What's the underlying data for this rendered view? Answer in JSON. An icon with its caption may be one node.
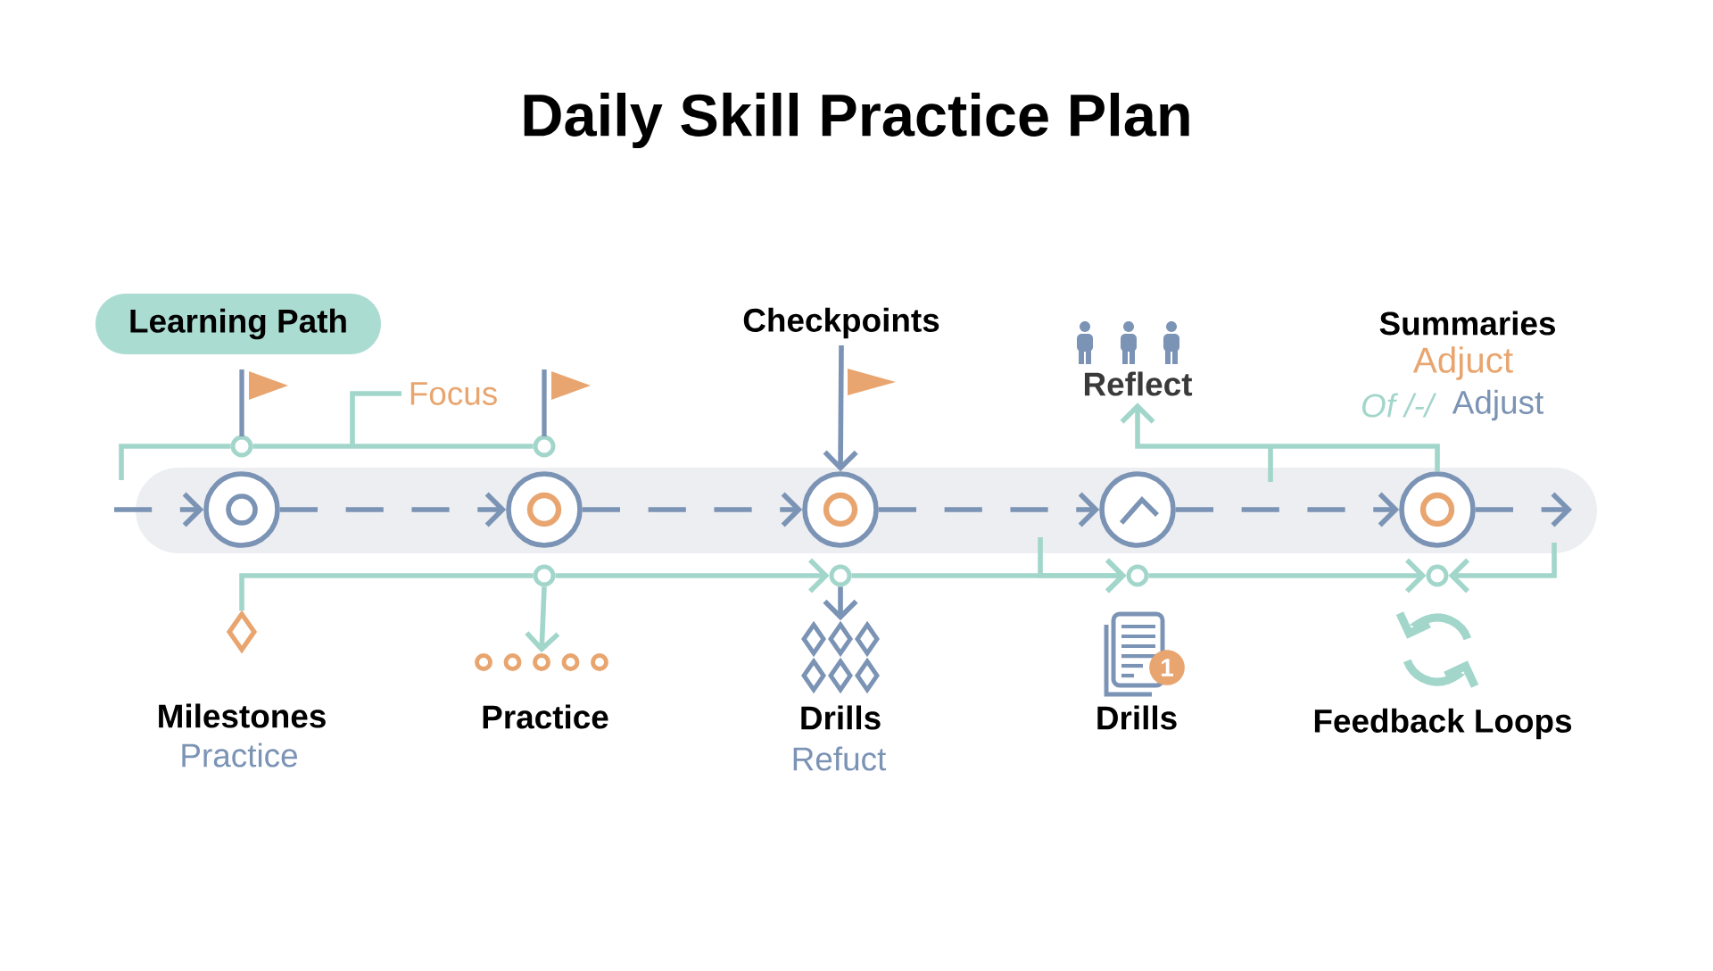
{
  "diagram": {
    "title": "Daily Skill Practice Plan",
    "nodes": [
      {
        "text": [
          "Learning Path"
        ]
      },
      {
        "text": [
          "Focus"
        ]
      },
      {
        "text": [
          "Checkpoints"
        ]
      },
      {
        "text": [
          "Reflect"
        ]
      },
      {
        "text": [],
        "shape": "circle"
      },
      {
        "text": [],
        "shape": "circle"
      },
      {
        "text": [],
        "shape": "circle"
      },
      {
        "text": [],
        "shape": "circle"
      },
      {
        "text": [],
        "shape": "circle"
      },
      {
        "text": [],
        "shape": "circle"
      },
      {
        "text": [],
        "shape": "circle"
      },
      {
        "text": [],
        "shape": "circle"
      },
      {
        "text": [],
        "shape": "circle"
      },
      {
        "text": [],
        "shape": "circle"
      },
      {
        "text": [],
        "shape": "circle"
      },
      {
        "text": [],
        "shape": "diamond",
        "beside": [
          "Milestones",
          "Practice"
        ]
      },
      {
        "text": [],
        "shape": "picture",
        "beside": [
          "Practice"
        ]
      },
      {
        "text": [],
        "shape": "picture",
        "beside": [
          "Drills",
          "Refuct"
        ]
      },
      {
        "text": [],
        "shape": "picture",
        "beside": [
          "Drills"
        ]
      },
      {
        "text": [],
        "shape": "picture",
        "beside": [
          "Feedback Loops"
        ]
      }
    ],
    "edges": [
      {
        "from": null,
        "to": 4,
        "arrow": "to",
        "style": "dashed",
        "color": "#7b93b4"
      },
      {
        "from": 4,
        "to": 5,
        "arrow": "to",
        "style": "dashed",
        "color": "#7b93b4"
      },
      {
        "from": 5,
        "to": 6,
        "arrow": "to",
        "style": "dashed",
        "color": "#7b93b4"
      },
      {
        "from": 6,
        "to": 7,
        "arrow": "to",
        "style": "dashed",
        "color": "#7b93b4"
      },
      {
        "from": 7,
        "to": 8,
        "arrow": "to",
        "style": "dashed",
        "color": "#7b93b4"
      },
      {
        "from": 8,
        "to": null,
        "arrow": "to",
        "style": "dashed",
        "color": "#7b93b4"
      },
      {
        "from": null,
        "to": 9,
        "arrow": "none"
      },
      {
        "from": 9,
        "to": 10,
        "arrow": "none"
      },
      {
        "from": 1,
        "to": null,
        "arrow": "none"
      },
      {
        "from": 2,
        "to": 6,
        "arrow": "to",
        "color": "#7b93b4"
      },
      {
        "from": 15,
        "to": 11,
        "arrow": "none"
      },
      {
        "from": 11,
        "to": 16,
        "arrow": "to"
      },
      {
        "from": 11,
        "to": 12,
        "arrow": "to"
      },
      {
        "from": 12,
        "to": 17,
        "arrow": "to",
        "color": "#7b93b4"
      },
      {
        "from": 12,
        "to": 13,
        "arrow": "to"
      },
      {
        "from": null,
        "to": 13,
        "arrow": "to"
      },
      {
        "from": 13,
        "to": 14,
        "arrow": "to"
      },
      {
        "from": null,
        "to": 14,
        "arrow": "to"
      },
      {
        "from": 8,
        "to": 3,
        "arrow": "to"
      },
      {
        "from": null,
        "to": 3,
        "arrow": "to"
      }
    ],
    "labels": [
      "Summaries",
      "Adjuct",
      "Of /-/",
      "Adjust",
      "1"
    ]
  }
}
